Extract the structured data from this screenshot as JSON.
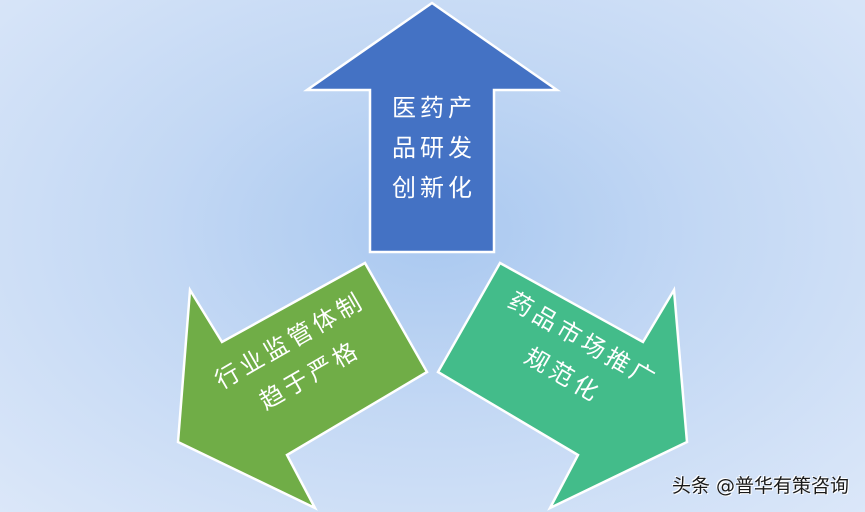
{
  "diagram": {
    "type": "three-arrow-divergent",
    "arrows": [
      {
        "id": "up",
        "label_lines": [
          "医药产",
          "品研发",
          "创新化"
        ],
        "color": "#4472c4",
        "direction": "up"
      },
      {
        "id": "down-left",
        "label_lines": [
          "行业监管体制",
          "趋于严格"
        ],
        "color": "#70ad47",
        "direction": "down-left"
      },
      {
        "id": "down-right",
        "label_lines": [
          "药品市场推广",
          "规范化"
        ],
        "color": "#43bc8a",
        "direction": "down-right"
      }
    ],
    "background": {
      "center": "#a9c8f0",
      "edge": "#dbe7f9"
    },
    "outline_color": "#ffffff"
  },
  "labels": {
    "up": "医药产\n品研发\n创新化",
    "left": "行业监管体制\n趋于严格",
    "right": "药品市场推广\n规范化"
  },
  "watermark": "头条 @普华有策咨询"
}
